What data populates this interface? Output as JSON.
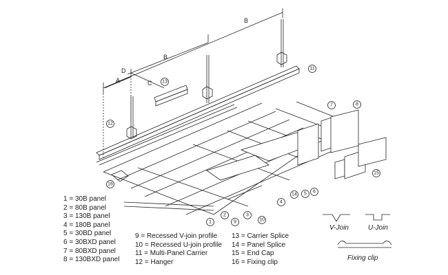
{
  "dimensions": {
    "a": "A",
    "b_upper": "B",
    "b_lower": "B",
    "c": "C",
    "d": "D"
  },
  "callouts": [
    "1",
    "2",
    "3",
    "4",
    "5",
    "6",
    "7",
    "8",
    "9",
    "10",
    "11",
    "12",
    "13",
    "14",
    "15",
    "16"
  ],
  "legend": {
    "col1": [
      {
        "num": "1",
        "label": "= 30B panel"
      },
      {
        "num": "2",
        "label": "= 80B panel"
      },
      {
        "num": "3",
        "label": "= 130B panel"
      },
      {
        "num": "4",
        "label": "= 180B panel"
      },
      {
        "num": "5",
        "label": "= 30BD panel"
      },
      {
        "num": "6",
        "label": "= 30BXD panel"
      },
      {
        "num": "7",
        "label": "= 80BXD panel"
      },
      {
        "num": "8",
        "label": "= 130BXD panel"
      }
    ],
    "col2": [
      {
        "num": "9",
        "label": "= Recessed V-join profile"
      },
      {
        "num": "10",
        "label": "= Recessed U-join profile"
      },
      {
        "num": "11",
        "label": "= Multi-Panel Carrier"
      },
      {
        "num": "12",
        "label": "= Hanger"
      }
    ],
    "col3": [
      {
        "num": "13",
        "label": "= Carrier Splice"
      },
      {
        "num": "14",
        "label": "= Panel Splice"
      },
      {
        "num": "15",
        "label": "= End Cap"
      },
      {
        "num": "16",
        "label": "= Fixing clip"
      }
    ]
  },
  "profiles": {
    "v_join": "V-Join",
    "u_join": "U-Join",
    "fixing_clip": "Fixing clip"
  }
}
